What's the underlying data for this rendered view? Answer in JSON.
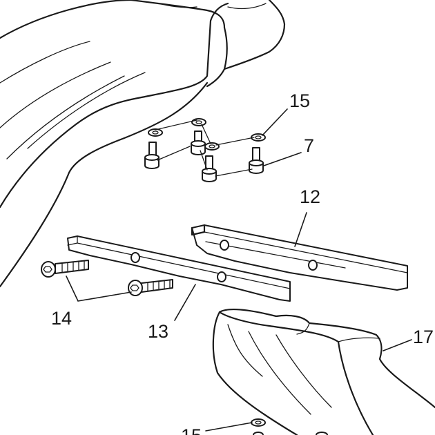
{
  "callouts": {
    "c15_top": "15",
    "c7": "7",
    "c12": "12",
    "c13": "13",
    "c14": "14",
    "c17": "17",
    "c15_bottom": "15"
  }
}
